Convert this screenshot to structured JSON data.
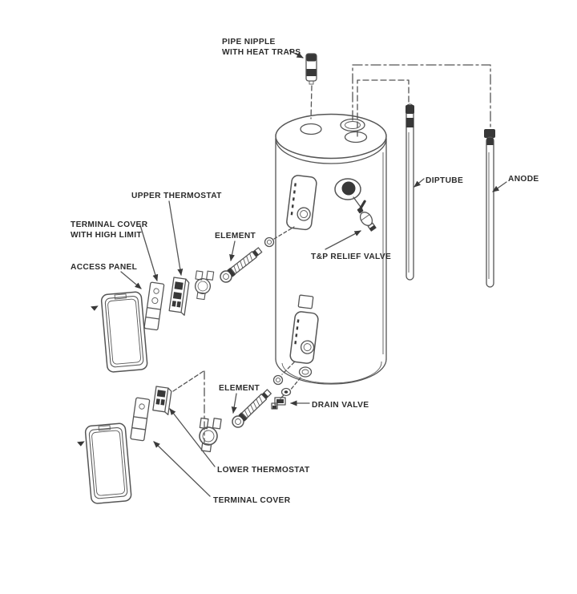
{
  "labels": {
    "pipe_nipple": {
      "line1": "PIPE NIPPLE",
      "line2": "WITH HEAT TRAPS"
    },
    "diptube": "DIPTUBE",
    "anode": "ANODE",
    "upper_thermostat": "UPPER THERMOSTAT",
    "terminal_cover_with_high_limit": {
      "line1": "TERMINAL COVER",
      "line2": "WITH HIGH LIMIT"
    },
    "access_panel": "ACCESS PANEL",
    "element_upper": "ELEMENT",
    "tp_relief_valve": "T&P RELIEF VALVE",
    "element_lower": "ELEMENT",
    "drain_valve": "DRAIN VALVE",
    "lower_thermostat": "LOWER THERMOSTAT",
    "terminal_cover": "TERMINAL COVER"
  },
  "colors": {
    "background": "#ffffff",
    "line": "#555555",
    "dark_fill": "#383838",
    "label_text": "#2b2b2b"
  }
}
